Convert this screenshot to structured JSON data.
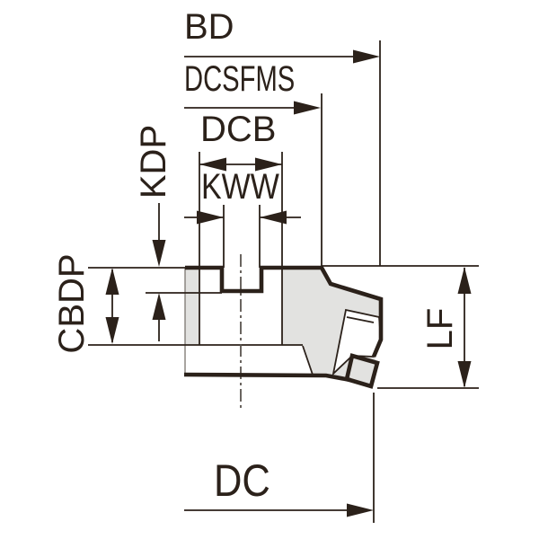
{
  "diagram": {
    "name": "milling-cutter-dimension-diagram",
    "labels": {
      "bd": "BD",
      "dcsfms": "DCSFMS",
      "dcb": "DCB",
      "kww": "KWW",
      "kdp": "KDP",
      "cbdp": "CBDP",
      "lf": "LF",
      "dc": "DC"
    },
    "colors": {
      "line": "#2b211a",
      "section_fill": "#e2e2e0",
      "background": "#ffffff",
      "centerline": "#5a544e"
    }
  }
}
